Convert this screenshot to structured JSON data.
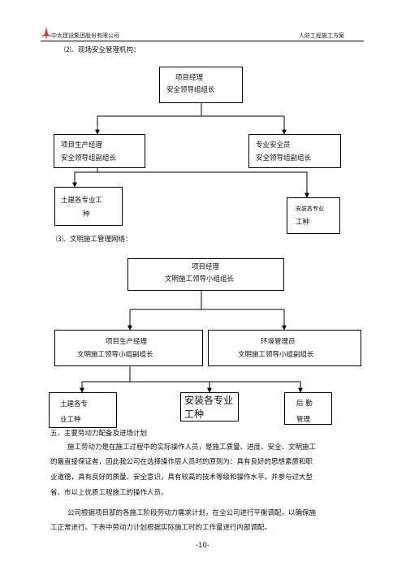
{
  "header": {
    "company": "中太建设集团股份有限公司",
    "doc_title": "人防工程施工方案"
  },
  "section2": {
    "heading": "⑵、现场安全管理机构：",
    "top": {
      "line1": "项目经理",
      "line2": "安全领导组组长"
    },
    "left": {
      "line1": "项目生产经理",
      "line2": "安全领导组副组长"
    },
    "right": {
      "line1": "专业安全员",
      "line2": "安全领导组副组长"
    },
    "leaf_left": {
      "line1": "土建各专业工",
      "line2": "种"
    },
    "leaf_right": {
      "line1": "安装各专业",
      "line2": "工种"
    }
  },
  "section3": {
    "heading": "⑶、文明施工管理网络：",
    "top": {
      "line1": "项目经理",
      "line2": "文明施工领导小组组长"
    },
    "left": {
      "line1": "项目生产经理",
      "line2": "文明施工领导小组副组长"
    },
    "right": {
      "line1": "环境管理员",
      "line2": "文明施工领导小组副组长"
    },
    "leaf1": {
      "line1": "土建各专",
      "line2": "业工种"
    },
    "leaf2": {
      "line1": "安装各专业",
      "line2": "工种"
    },
    "leaf3": {
      "line1": "后  勤",
      "line2": "管理"
    }
  },
  "section5": {
    "heading": "五、主要劳动力配备及进场计划",
    "p1": [
      "施工劳动力是在施工过程中的实际操作人员，是施工质量、进度、安全、文明施工",
      "的最直接保证者，因此我公司在选择操作层人员时的原则为：具有良好的思想素质和职",
      "业道德，具有良好的质量、安全意识，具有较高的技术等级和操作水平，并参与过大型",
      "省、市以上优质工程施工的操作人员。"
    ],
    "p2": [
      "公司根据项目部的各施工阶段劳动力需求计划，在全公司进行平衡调配，以确保施",
      "工正常进行。下表中劳动力计划根据实际施工时的工作量进行内部调配。"
    ]
  },
  "page_number": "-10-"
}
